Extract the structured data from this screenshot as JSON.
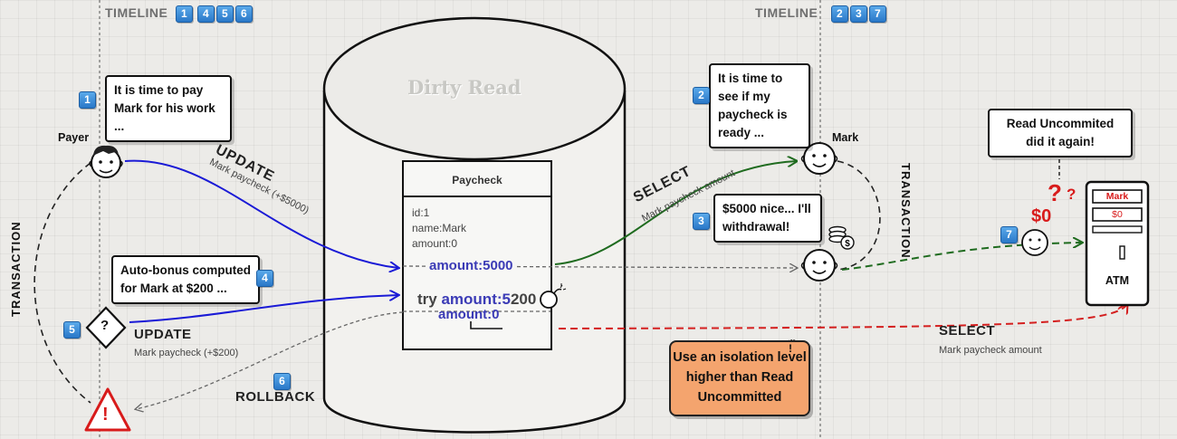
{
  "left_timeline": {
    "label": "TIMELINE",
    "steps": [
      "1",
      "4",
      "5",
      "6"
    ]
  },
  "right_timeline": {
    "label": "TIMELINE",
    "steps": [
      "2",
      "3",
      "7"
    ]
  },
  "database": {
    "title": "Dirty Read",
    "table_title": "Paycheck",
    "fields": [
      "id:1",
      "name:Mark",
      "amount:0"
    ],
    "updated_value": "amount:5000",
    "try_prefix": "try",
    "try_value": "amount:5",
    "try_overflow": "200",
    "rolled_back_value": "amount:0"
  },
  "payer": {
    "name": "Payer",
    "step1": {
      "badge": "1",
      "text": "It is time to pay Mark for his work ..."
    },
    "update1": {
      "label": "UPDATE",
      "sub": "Mark paycheck (+$5000)"
    },
    "step4": {
      "badge": "4",
      "text": "Auto-bonus computed for Mark at $200 ..."
    },
    "step5": {
      "badge": "5",
      "symbol": "?",
      "label": "UPDATE",
      "sub": "Mark paycheck (+$200)"
    },
    "step6": {
      "badge": "6",
      "label": "ROLLBACK",
      "symbol": "!"
    },
    "transaction": "TRANSACTION"
  },
  "mark": {
    "name": "Mark",
    "step2": {
      "badge": "2",
      "text": "It is time to see if my paycheck is ready ..."
    },
    "select": {
      "label": "SELECT",
      "sub": "Mark paycheck amount"
    },
    "step3": {
      "badge": "3",
      "text": "$5000 nice... I'll withdrawal!"
    },
    "transaction": "TRANSACTION",
    "step7": {
      "badge": "7"
    }
  },
  "atm": {
    "label": "ATM",
    "screen_name": "Mark",
    "screen_amount": "$0",
    "balance": "$0",
    "note": "Read Uncommited did it again!",
    "marks": "??",
    "select": {
      "label": "SELECT",
      "sub": "Mark paycheck amount"
    }
  },
  "recommendation": {
    "text": "Use an isolation level higher than Read Uncommitted",
    "symbol": "!"
  },
  "colors": {
    "payer_arrow": "#1a1ad6",
    "mark_arrow": "#1f6b1f",
    "atm_arrow": "#d41f1f",
    "value_text": "#3b3bb6",
    "recommendation_bg": "#f4a46e",
    "warning_red": "#d81b1b",
    "grid_bg": "#ecebe8"
  },
  "icons": [
    "user-face-icon",
    "decision-diamond-icon",
    "warning-triangle-icon",
    "coins-icon",
    "bomb-icon",
    "atm-icon",
    "warning-circle-icon"
  ]
}
